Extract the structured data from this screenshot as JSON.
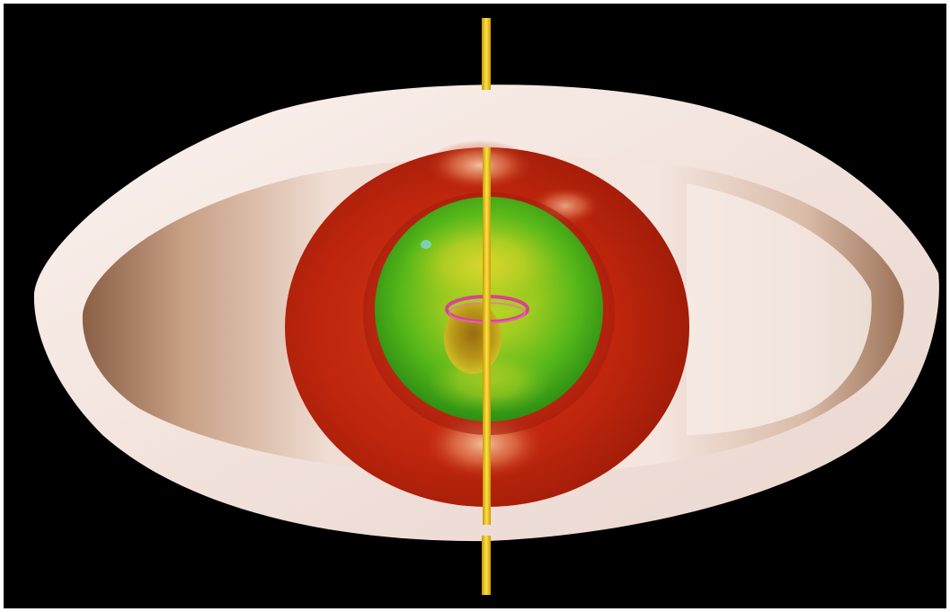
{
  "scene": {
    "background_color": "#000000",
    "frame_color": "#ffffff",
    "shells": [
      {
        "name": "outer-shell",
        "color": "#f3e6e0"
      },
      {
        "name": "middle-shell",
        "color": "#b81d0c"
      },
      {
        "name": "inner-shell",
        "color": "#5fc21a"
      }
    ],
    "axis": {
      "color": "#f1c500"
    },
    "ring": {
      "color": "#d8458e"
    }
  }
}
